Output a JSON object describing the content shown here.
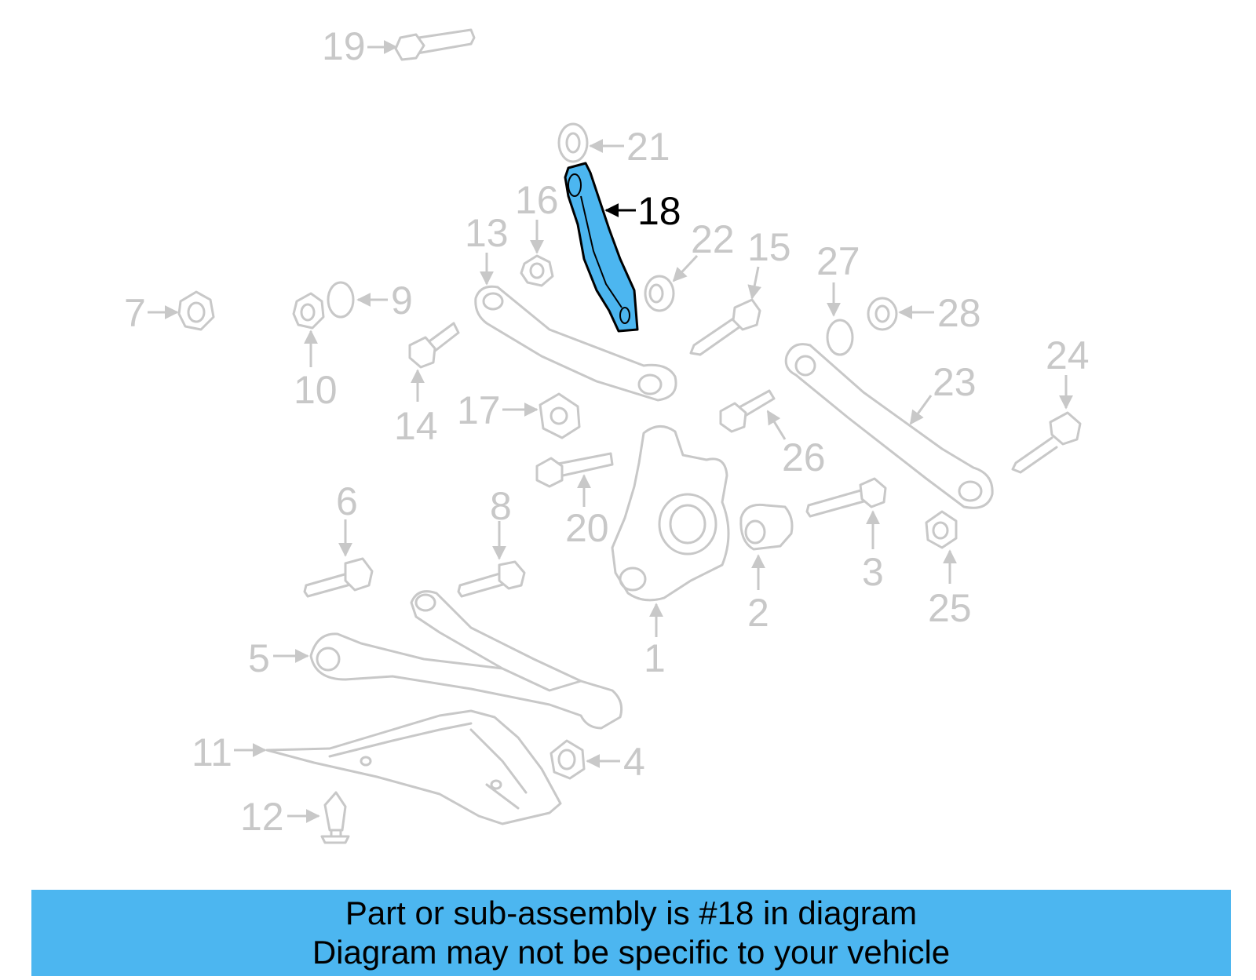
{
  "diagram": {
    "highlight_color": "#4cb6f0",
    "muted_color": "#c8c8c8",
    "highlighted_part": "18",
    "callouts": [
      "1",
      "2",
      "3",
      "4",
      "5",
      "6",
      "7",
      "8",
      "9",
      "10",
      "11",
      "12",
      "13",
      "14",
      "15",
      "16",
      "17",
      "18",
      "19",
      "20",
      "21",
      "22",
      "23",
      "24",
      "25",
      "26",
      "27",
      "28"
    ]
  },
  "banner": {
    "line1": "Part or sub-assembly is #18 in diagram",
    "line2": "Diagram may not be specific to your vehicle"
  }
}
